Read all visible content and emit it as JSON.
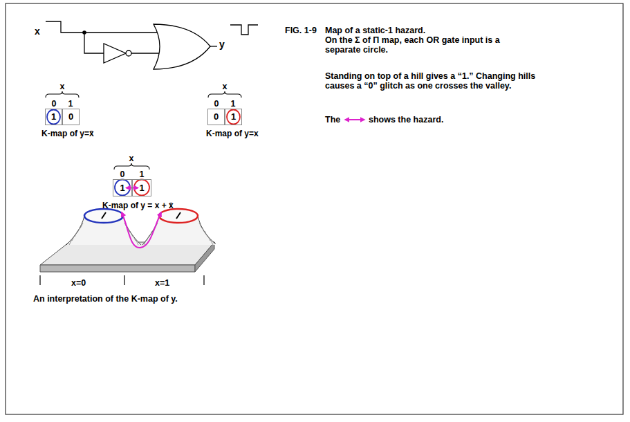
{
  "diagram": {
    "nodes": [
      {
        "text": [
          "1"
        ]
      },
      {
        "text": [
          "0"
        ]
      },
      {
        "text": [
          "0"
        ]
      },
      {
        "text": [
          "1"
        ]
      },
      {
        "text": [
          "1"
        ]
      },
      {
        "text": [
          "1"
        ]
      }
    ],
    "edges": [
      {
        "from": 4,
        "to": 5,
        "arrow": "both"
      }
    ],
    "labels": [
      "x",
      "y",
      "FIG. 1-9",
      "Map of a static-1 hazard.",
      "On the Σ of Π map, each  OR gate input is a separate circle.",
      "Standing on top of a hill gives a “1.” Changing hills causes a “0” glitch as one crosses the valley.",
      "The",
      "shows the hazard.",
      "x",
      "0",
      "1",
      "K-map of y=x̄",
      "x",
      "0",
      "1",
      "K-map of y=x",
      "x",
      "0",
      "1",
      "K-map of y = x + x̄",
      "x=0",
      "x=1",
      "An interpretation of the K-map of y."
    ]
  }
}
